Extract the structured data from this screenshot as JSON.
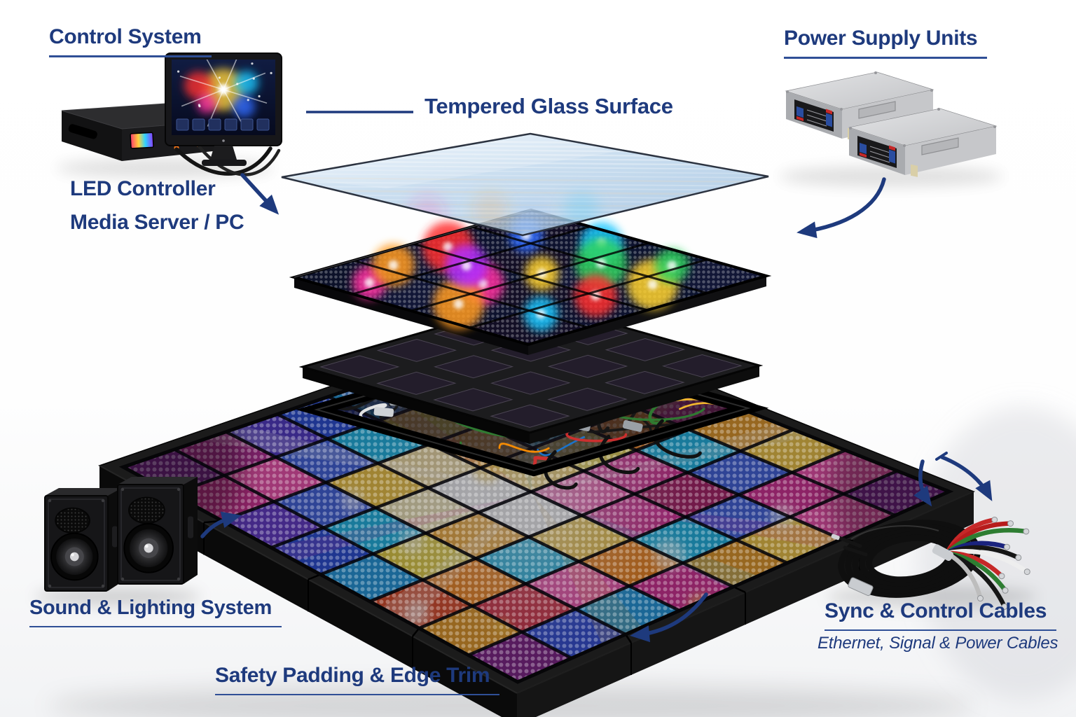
{
  "page": {
    "background": "#ffffff"
  },
  "labels": {
    "control_system": "Control System",
    "power_supply_units": "Power Supply Units",
    "tempered_glass_surface": "Tempered Glass Surface",
    "led_controller": "LED Controller",
    "media_server_pc": "Media Server / PC",
    "sound_lighting_system": "Sound & Lighting System",
    "safety_padding_edge_trim": "Safety Padding & Edge Trim",
    "sync_control_cables": "Sync & Control Cables",
    "cables_subtitle": "Ethernet, Signal & Power Cables"
  },
  "colors": {
    "label_text": "#1e3a7d",
    "label_underline": "#2f4f96",
    "arrow": "#1e3a7d",
    "glass_tint": "#b7d2ea",
    "floor_frame_black": "#141414",
    "psu_gray": "#c9cacd"
  },
  "components": {
    "control_unit": "led-controller-box",
    "monitor": "media-server-monitor",
    "power_supplies": "power-supply-unit-x2",
    "glass_layer": "tempered-glass-top",
    "led_layer": "led-pixel-panel",
    "frame_layer": "support-frame-grid",
    "wiring_layer": "internal-wiring-harness",
    "floor": "led-dance-floor",
    "speakers": "pa-speakers-x2",
    "cables": "sync-control-cable-coil"
  },
  "artwork": {
    "floor_palette": [
      [
        "#8e2a9e",
        "#c0329b",
        "#5a3fd1",
        "#2f55de",
        "#2aa3e8",
        "#e8542f",
        "#f0a32c",
        "#b4286e"
      ],
      [
        "#e0379b",
        "#ff59b5",
        "#4a6ae8",
        "#27c2f0",
        "#f2dd4a",
        "#ff8c1e",
        "#e13a4e",
        "#3c58e0"
      ],
      [
        "#6a3fd1",
        "#4a6ae8",
        "#ffd24a",
        "#ffe9a8",
        "#ffb02e",
        "#27c2f0",
        "#ff59b5",
        "#2aa3e8"
      ],
      [
        "#2f55de",
        "#27c2f0",
        "#fff3c0",
        "#ffffff",
        "#ffd24a",
        "#f2dd4a",
        "#ff8c1e",
        "#e0379b"
      ],
      [
        "#2aa3e8",
        "#f2dd4a",
        "#ffb02e",
        "#ffffff",
        "#ff59b5",
        "#e0379b",
        "#27c2f0",
        "#f0a32c"
      ],
      [
        "#e8542f",
        "#ff8c1e",
        "#27c2f0",
        "#ffd24a",
        "#e0379b",
        "#b4286e",
        "#4a6ae8",
        "#ffd24a"
      ],
      [
        "#f0a32c",
        "#e13a4e",
        "#ff59b5",
        "#ff8c1e",
        "#27c2f0",
        "#4a6ae8",
        "#e0379b",
        "#ff59b5"
      ],
      [
        "#8a2a8f",
        "#3c58e0",
        "#2aa3e8",
        "#e0379b",
        "#f0a32c",
        "#ffd24a",
        "#ff59b5",
        "#8e2a9e"
      ]
    ],
    "led_base": [
      [
        "#101836",
        "#18204a",
        "#121a3e",
        "#1a1430"
      ],
      [
        "#18204a",
        "#101c40",
        "#1a1430",
        "#121a3e"
      ],
      [
        "#121a3e",
        "#1a1430",
        "#18204a",
        "#101c40"
      ],
      [
        "#1a1430",
        "#121a3e",
        "#101c40",
        "#18204a"
      ]
    ],
    "led_glow_colors": [
      "#ff2fa0",
      "#ff9a1f",
      "#ff3030",
      "#2f6bff",
      "#19c7ff",
      "#2fd35f",
      "#ffd22e",
      "#ff2fa0",
      "#ff9a1f",
      "#19c7ff",
      "#ff3030",
      "#ffd22e",
      "#2fd35f",
      "#b02fff"
    ],
    "led_glow_positions": [
      [
        0.12,
        0.2
      ],
      [
        0.3,
        0.12
      ],
      [
        0.55,
        0.1
      ],
      [
        0.8,
        0.18
      ],
      [
        0.9,
        0.4
      ],
      [
        0.75,
        0.55
      ],
      [
        0.55,
        0.5
      ],
      [
        0.35,
        0.45
      ],
      [
        0.15,
        0.55
      ],
      [
        0.25,
        0.8
      ],
      [
        0.5,
        0.78
      ],
      [
        0.7,
        0.82
      ],
      [
        0.88,
        0.72
      ],
      [
        0.45,
        0.28
      ]
    ],
    "ray_colors": [
      "rgba(255,255,255,0.22)",
      "rgba(255,64,200,0.18)",
      "rgba(64,220,255,0.18)",
      "rgba(255,200,80,0.18)"
    ],
    "wire_colors": [
      "#161616",
      "#161616",
      "#161616",
      "#d32f2f",
      "#fbc02d",
      "#2e7d32",
      "#1976d2",
      "#ececec",
      "#ff8f00",
      "#161616"
    ],
    "fan_colors": [
      "#c62828",
      "#b71c1c",
      "#2e7d32",
      "#1a237e",
      "#161616",
      "#eeeeee",
      "#c62828",
      "#2e7d32",
      "#161616",
      "#bdbdbd"
    ]
  }
}
